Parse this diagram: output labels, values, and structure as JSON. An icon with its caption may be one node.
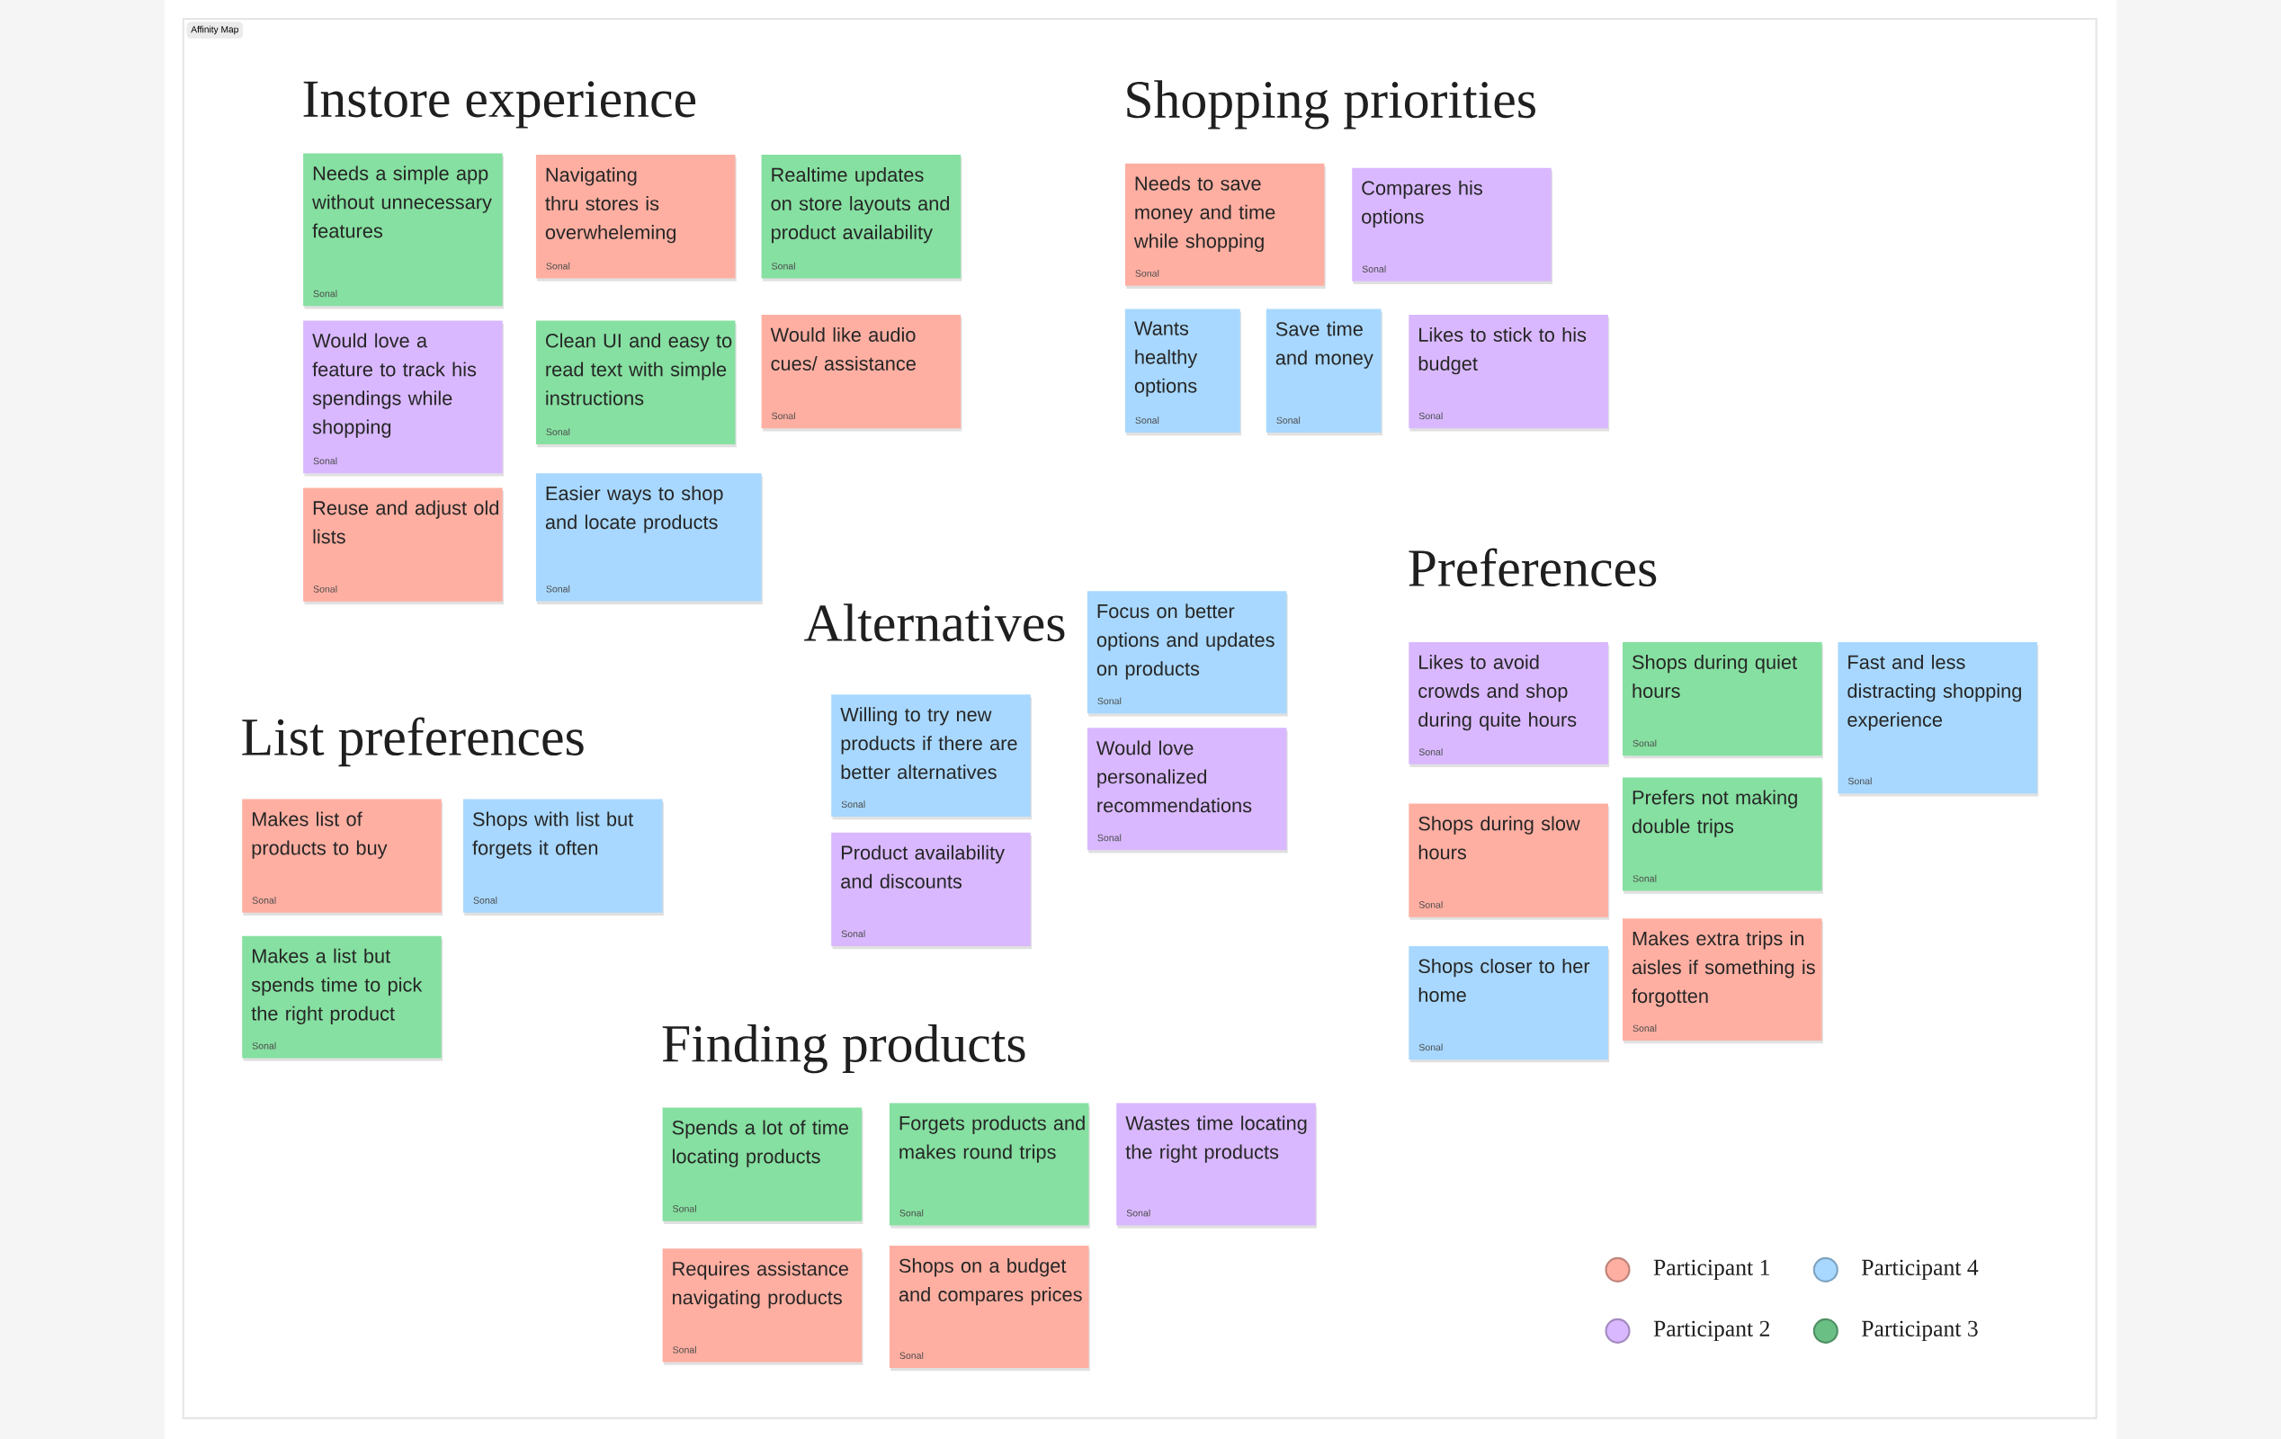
{
  "diagram": {
    "nodes": [
      {
        "text": [
          "Needs a simple app without unnecessary features",
          "Sonal"
        ]
      },
      {
        "text": [
          "Navigating thru stores is overwheleming",
          "Sonal"
        ]
      },
      {
        "text": [
          "Realtime updates on store layouts and product availability",
          "Sonal"
        ]
      },
      {
        "text": [
          "Would love a feature to track his spendings while shopping",
          "Sonal"
        ]
      },
      {
        "text": [
          "Clean UI and easy to read text with simple instructions",
          "Sonal"
        ]
      },
      {
        "text": [
          "Would like audio cues/ assistance",
          "Sonal"
        ]
      },
      {
        "text": [
          "Reuse and adjust old lists",
          "Sonal"
        ]
      },
      {
        "text": [
          "Easier ways to shop and locate products",
          "Sonal"
        ]
      },
      {
        "text": [
          "Needs to save money and time while shopping",
          "Sonal"
        ]
      },
      {
        "text": [
          "Compares his options",
          "Sonal"
        ]
      },
      {
        "text": [
          "Wants healthy options",
          "Sonal"
        ]
      },
      {
        "text": [
          "Save time and money",
          "Sonal"
        ]
      },
      {
        "text": [
          "Likes to stick to his budget",
          "Sonal"
        ]
      },
      {
        "text": [
          "Focus on better options and updates on products",
          "Sonal"
        ]
      },
      {
        "text": [
          "Willing to try new products if there are better alternatives",
          "Sonal"
        ]
      },
      {
        "text": [
          "Would love personalized recommendations",
          "Sonal"
        ]
      },
      {
        "text": [
          "Product availability and discounts",
          "Sonal"
        ]
      },
      {
        "text": [
          "Makes list of products to buy",
          "Sonal"
        ]
      },
      {
        "text": [
          "Shops with list but forgets it often",
          "Sonal"
        ]
      },
      {
        "text": [
          "Makes a list but spends time to pick the right product",
          "Sonal"
        ]
      },
      {
        "text": [
          "Likes to avoid crowds and shop during quite hours",
          "Sonal"
        ]
      },
      {
        "text": [
          "Shops during quiet hours",
          "Sonal"
        ]
      },
      {
        "text": [
          "Fast and less distracting shopping experience",
          "Sonal"
        ]
      },
      {
        "text": [
          "Shops during slow hours",
          "Sonal"
        ]
      },
      {
        "text": [
          "Prefers not making double trips",
          "Sonal"
        ]
      },
      {
        "text": [
          "Shops closer to her home",
          "Sonal"
        ]
      },
      {
        "text": [
          "Makes extra trips in aisles if something is forgotten",
          "Sonal"
        ]
      },
      {
        "text": [
          "Spends a lot of time locating products",
          "Sonal"
        ]
      },
      {
        "text": [
          "Forgets products and makes round trips",
          "Sonal"
        ]
      },
      {
        "text": [
          "Wastes time locating the right products",
          "Sonal"
        ]
      },
      {
        "text": [
          "Requires assistance navigating products",
          "Sonal"
        ]
      },
      {
        "text": [
          "Shops on a budget and compares prices",
          "Sonal"
        ]
      }
    ],
    "edges": [],
    "labels": [
      "Affinity Map",
      "Instore experience",
      "Shopping priorities",
      "Preferences",
      "Alternatives",
      "List preferences",
      "Finding products"
    ],
    "legend": [
      {
        "text": "Participant 1",
        "color": "#ffafa2"
      },
      {
        "text": "Participant 4",
        "color": "#a8d8ff"
      },
      {
        "text": "Participant 2",
        "color": "#d9b8ff"
      },
      {
        "text": "Participant 3",
        "color": "#6abf85"
      }
    ]
  }
}
